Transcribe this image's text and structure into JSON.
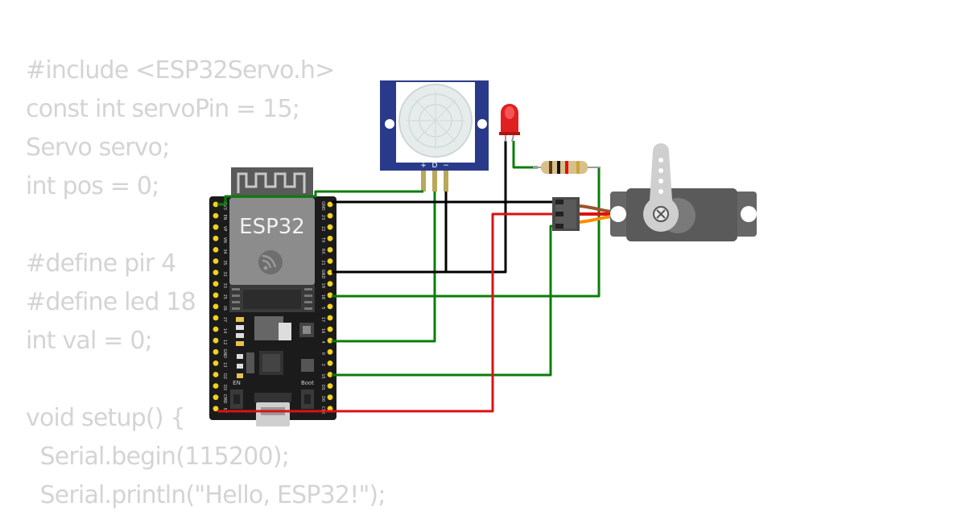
{
  "code_lines": [
    "#include <ESP32Servo.h>",
    "const int servoPin = 15;",
    "Servo servo;",
    "int pos = 0;",
    "",
    "#define pir 4",
    "#define led 18",
    "int val = 0;",
    "",
    "void setup() {",
    "  Serial.begin(115200);",
    "  Serial.println(\"Hello, ESP32!\");"
  ],
  "esp32": {
    "label": "ESP32",
    "en_label": "EN",
    "boot_label": "Boot",
    "left_pins": [
      "3V3",
      "EN",
      "VP",
      "VN",
      "34",
      "35",
      "32",
      "33",
      "25",
      "26",
      "27",
      "14",
      "12",
      "GND",
      "13",
      "D2",
      "D3",
      "CMD",
      "5V"
    ],
    "right_pins": [
      "GND",
      "23",
      "22",
      "TX",
      "RX",
      "21",
      "GND",
      "19",
      "18",
      "5",
      "17",
      "16",
      "4",
      "0",
      "2",
      "15",
      "D1",
      "D0",
      "CLK"
    ]
  },
  "pir": {
    "pin_labels": [
      "+",
      "D",
      "−"
    ]
  },
  "colors": {
    "wire_green": "#0b7d0b",
    "wire_black": "#000000",
    "wire_red": "#dd1111",
    "board": "#1b1b1b",
    "pir_board": "#2a3a8a",
    "led": "#e02020"
  }
}
